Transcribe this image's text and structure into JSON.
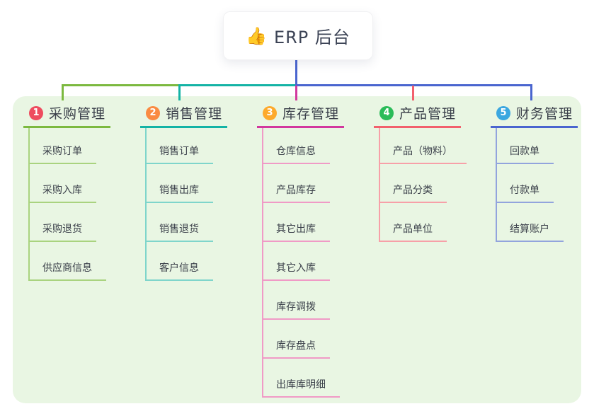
{
  "root": {
    "label": "ERP 后台",
    "icon_glyph": "👍"
  },
  "palette": {
    "board_bg": "#e9f6e3",
    "root_connector": "#4a65cf"
  },
  "branches": [
    {
      "number": "1",
      "label": "采购管理",
      "badge_color": "#ee4c5f",
      "line_color": "#7cb93f",
      "child_line_color": "#a9d37f",
      "children": [
        "采购订单",
        "采购入库",
        "采购退货",
        "供应商信息"
      ]
    },
    {
      "number": "2",
      "label": "销售管理",
      "badge_color": "#fa8b42",
      "line_color": "#14b3a5",
      "child_line_color": "#7fd5cb",
      "children": [
        "销售订单",
        "销售出库",
        "销售退货",
        "客户信息"
      ]
    },
    {
      "number": "3",
      "label": "库存管理",
      "badge_color": "#fdaa2c",
      "line_color": "#d2389e",
      "child_line_color": "#f09ac6",
      "children": [
        "仓库信息",
        "产品库存",
        "其它出库",
        "其它入库",
        "库存调拨",
        "库存盘点",
        "出库库明细"
      ]
    },
    {
      "number": "4",
      "label": "产品管理",
      "badge_color": "#2bbc59",
      "line_color": "#f2606d",
      "child_line_color": "#f7a0a8",
      "children": [
        "产品（物料）",
        "产品分类",
        "产品单位"
      ]
    },
    {
      "number": "5",
      "label": "财务管理",
      "badge_color": "#3ba7e0",
      "line_color": "#4a65cf",
      "child_line_color": "#92a4dd",
      "children": [
        "回款单",
        "付款单",
        "结算账户"
      ]
    }
  ]
}
